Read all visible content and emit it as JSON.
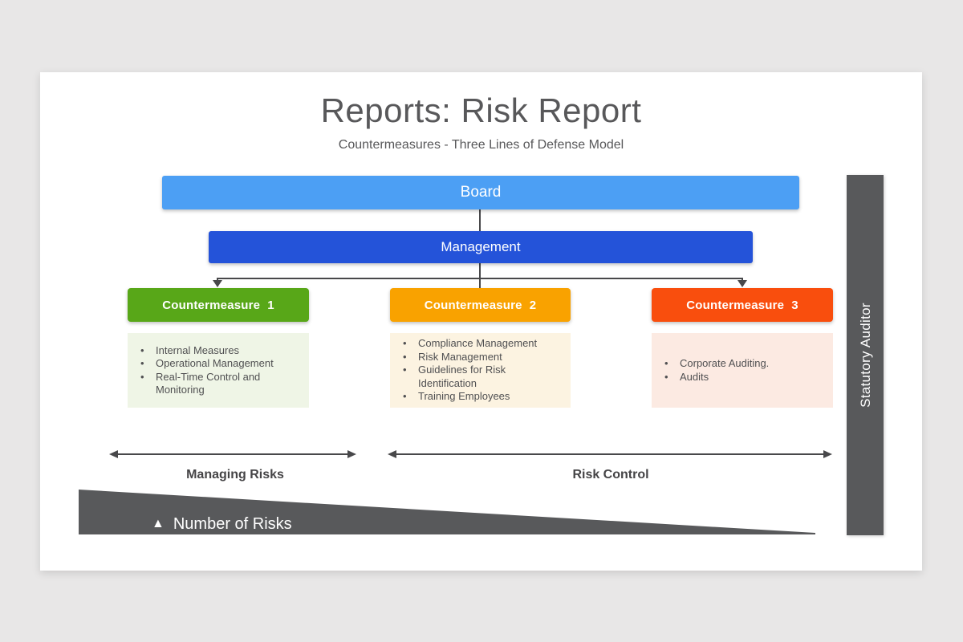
{
  "page": {
    "background": "#e8e7e7",
    "card_background": "#ffffff",
    "connector_color": "#48484a",
    "text_gray": "#58585a"
  },
  "header": {
    "title": "Reports: Risk Report",
    "subtitle": "Countermeasures - Three Lines of Defense Model"
  },
  "hierarchy": {
    "board": {
      "label": "Board",
      "color": "#4c9ff4"
    },
    "management": {
      "label": "Management",
      "color": "#2453d9"
    }
  },
  "countermeasures": [
    {
      "title": "Countermeasure",
      "number": "1",
      "header_color": "#58a718",
      "list_background": "#eff5e6",
      "items": [
        "Internal Measures",
        "Operational Management",
        "Real-Time Control and Monitoring"
      ]
    },
    {
      "title": "Countermeasure",
      "number": "2",
      "header_color": "#f9a200",
      "list_background": "#fcf3e1",
      "items": [
        "Compliance Management",
        "Risk Management",
        "Guidelines for Risk Identification",
        "Training Employees"
      ]
    },
    {
      "title": "Countermeasure",
      "number": "3",
      "header_color": "#f94e0d",
      "list_background": "#fceae2",
      "items": [
        "Corporate Auditing.",
        "Audits"
      ]
    }
  ],
  "spans": {
    "left": {
      "label": "Managing Risks"
    },
    "right": {
      "label": "Risk Control"
    }
  },
  "wedge": {
    "icon": "▲",
    "label": "Number of Risks",
    "color": "#58595b"
  },
  "auditor": {
    "label": "Statutory Auditor",
    "color": "#58595b"
  }
}
